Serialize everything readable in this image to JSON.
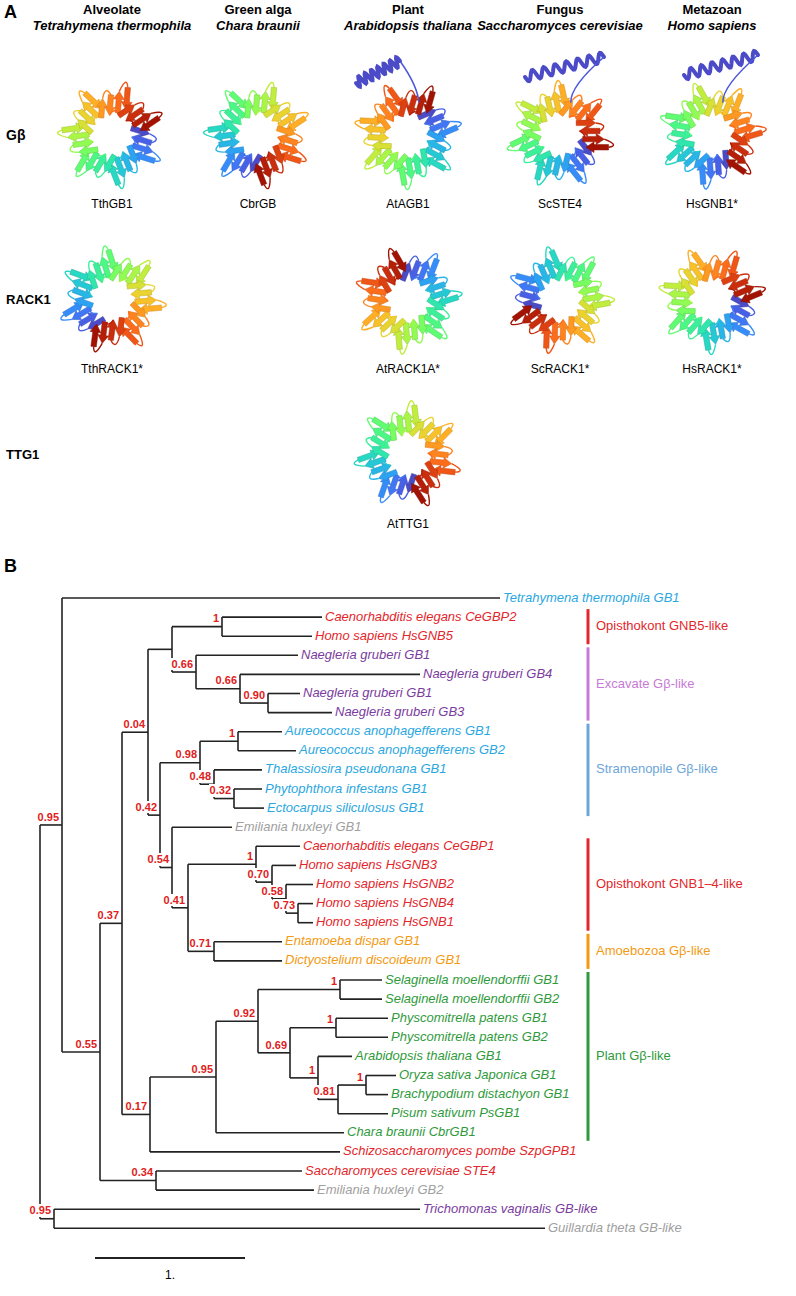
{
  "diagram": {
    "labels": [
      "A",
      "Alveolate",
      "Tetrahymena thermophila",
      "Green alga",
      "Chara braunii",
      "Plant",
      "Arabidopsis thaliana",
      "Fungus",
      "Saccharomyces cerevisiae",
      "Metazoan",
      "Homo sapiens",
      "Gβ",
      "RACK1",
      "TTG1",
      "TthGB1",
      "CbrGB",
      "AtAGB1",
      "ScSTE4",
      "HsGNB1*",
      "TthRACK1*",
      "AtRACK1A*",
      "ScRACK1*",
      "HsRACK1*",
      "AtTTG1",
      "B",
      "Tetrahymena thermophila GB1",
      "Caenorhabditis elegans CeGBP2",
      "Homo sapiens HsGNB5",
      "Naegleria gruberi GB1",
      "Naegleria gruberi GB4",
      "Naegleria gruberi GB1",
      "Naegleria gruberi GB3",
      "Aureococcus anophagefferens GB1",
      "Aureococcus anophagefferens GB2",
      "Thalassiosira pseudonana GB1",
      "Phytophthora infestans GB1",
      "Ectocarpus siliculosus GB1",
      "Emiliania huxleyi GB1",
      "Caenorhabditis elegans CeGBP1",
      "Homo sapiens HsGNB3",
      "Homo sapiens HsGNB2",
      "Homo sapiens HsGNB4",
      "Homo sapiens HsGNB1",
      "Entamoeba dispar GB1",
      "Dictyostelium discoideum GB1",
      "Selaginella moellendorffii GB1",
      "Selaginella moellendorffii GB2",
      "Physcomitrella patens GB1",
      "Physcomitrella patens GB2",
      "Arabidopsis thaliana GB1",
      "Oryza sativa Japonica GB1",
      "Brachypodium distachyon GB1",
      "Pisum sativum PsGB1",
      "Chara braunii CbrGB1",
      "Schizosaccharomyces pombe SzpGPB1",
      "Saccharomyces cerevisiae STE4",
      "Emiliania huxleyi GB2",
      "Trichomonas vaginalis GB-like",
      "Guillardia theta GB-like",
      "Opisthokont GNB5-like",
      "Excavate Gβ-like",
      "Stramenopile Gβ-like",
      "Opisthokont GNB1–4-like",
      "Amoebozoa Gβ-like",
      "Plant Gβ-like",
      "1.",
      "0.95",
      "0.55",
      "0.37",
      "0.04",
      "1",
      "0.66",
      "0.66",
      "0.90",
      "0.42",
      "0.98",
      "1",
      "0.48",
      "0.32",
      "0.54",
      "0.41",
      "1",
      "0.70",
      "0.58",
      "0.73",
      "0.71",
      "0.17",
      "0.95",
      "0.92",
      "1",
      "0.69",
      "1",
      "1",
      "0.81",
      "1",
      "0.34",
      "0.95"
    ]
  }
}
